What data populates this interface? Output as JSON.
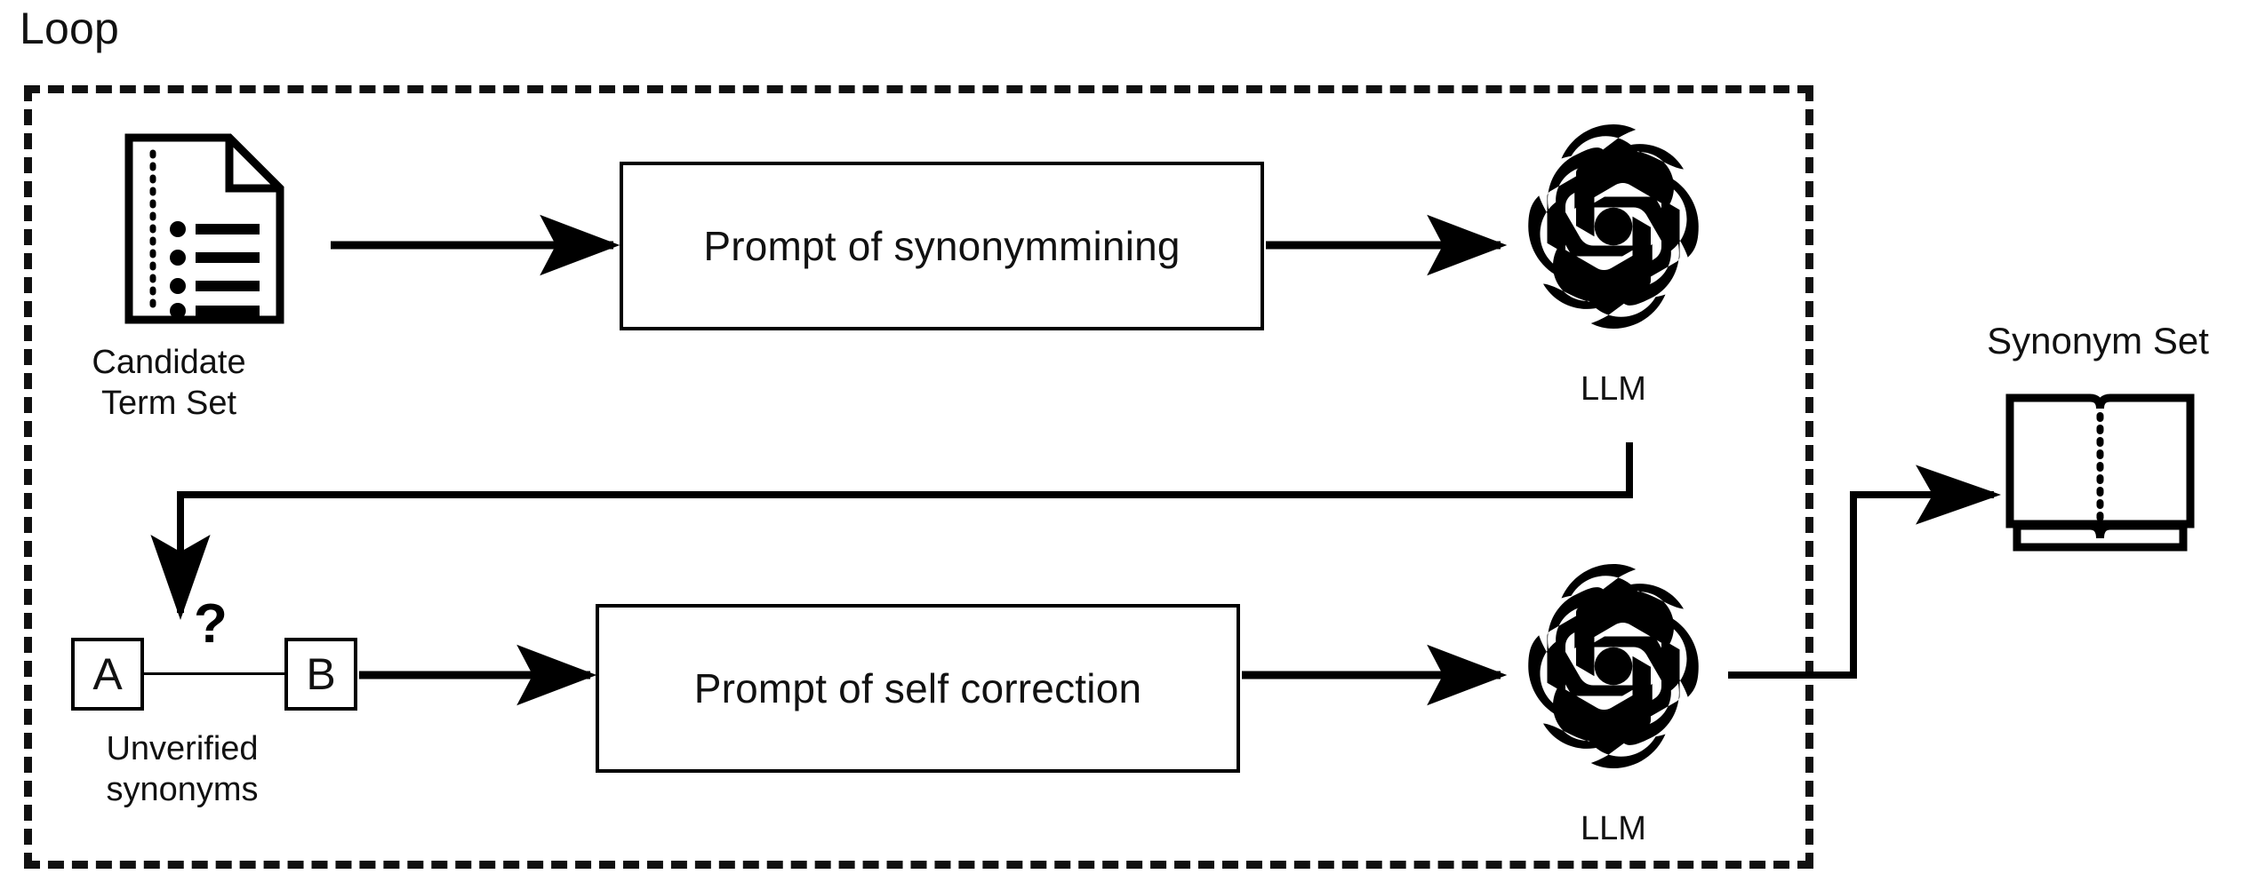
{
  "diagram": {
    "loop_label": "Loop",
    "boundary": {
      "style": "dashed",
      "color": "#111111"
    }
  },
  "nodes": {
    "candidate_term_set": {
      "icon": "document-list-icon",
      "caption": "Candidate\nTerm Set"
    },
    "prompt_mining": {
      "label": "Prompt of synonymmining"
    },
    "llm_top": {
      "icon": "openai-llm-icon",
      "caption": "LLM"
    },
    "unverified_pair": {
      "box_a": "A",
      "box_b": "B",
      "relation_symbol": "?",
      "caption": "Unverified\nsynonyms"
    },
    "prompt_correction": {
      "label": "Prompt of self correction"
    },
    "llm_bottom": {
      "icon": "openai-llm-icon",
      "caption": "LLM"
    },
    "synonym_set": {
      "icon": "open-book-icon",
      "caption": "Synonym Set"
    }
  },
  "edges": [
    {
      "from": "candidate_term_set",
      "to": "prompt_mining",
      "style": "solid-arrow"
    },
    {
      "from": "prompt_mining",
      "to": "llm_top",
      "style": "solid-arrow"
    },
    {
      "from": "llm_top",
      "to": "unverified_pair",
      "style": "solid-arrow-elbow"
    },
    {
      "from": "unverified_pair",
      "to": "prompt_correction",
      "style": "solid-arrow"
    },
    {
      "from": "prompt_correction",
      "to": "llm_bottom",
      "style": "solid-arrow"
    },
    {
      "from": "llm_bottom",
      "to": "synonym_set",
      "style": "solid-arrow-elbow"
    }
  ],
  "colors": {
    "stroke": "#000000",
    "text": "#111111",
    "background": "#ffffff"
  }
}
